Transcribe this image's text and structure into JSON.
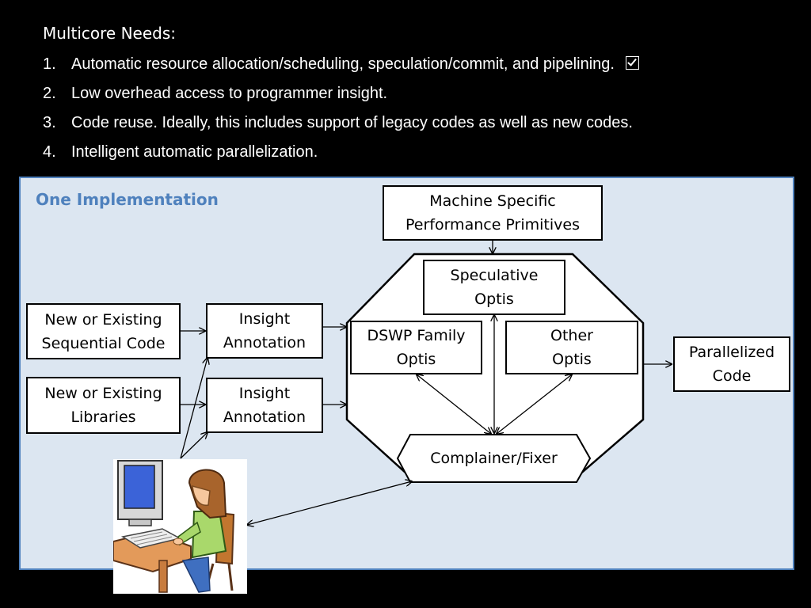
{
  "heading": "Multicore Needs:",
  "needs": [
    {
      "num": "1.",
      "text": "Automatic resource allocation/scheduling, speculation/commit, and pipelining."
    },
    {
      "num": "2.",
      "text": "Low overhead access to programmer insight."
    },
    {
      "num": "3.",
      "text": "Code reuse.  Ideally, this includes support of legacy codes as well as new codes."
    },
    {
      "num": "4.",
      "text": "Intelligent automatic parallelization."
    }
  ],
  "diagram": {
    "title": "One Implementation",
    "nodes": {
      "machine_specific": "Machine Specific Performance Primitives",
      "speculative": "Speculative Optis",
      "dswp": "DSWP Family Optis",
      "other": "Other Optis",
      "complainer": "Complainer/Fixer",
      "new_code": "New or Existing Sequential Code",
      "new_libs": "New or Existing Libraries",
      "insight_1": "Insight Annotation",
      "insight_2": "Insight Annotation",
      "parallelized": "Parallelized Code"
    },
    "illustration_icon": "programmer-at-computer-icon"
  },
  "colors": {
    "background": "#000000",
    "panel": "#dce6f1",
    "panel_border": "#4f81bd",
    "title": "#4f81bd"
  }
}
